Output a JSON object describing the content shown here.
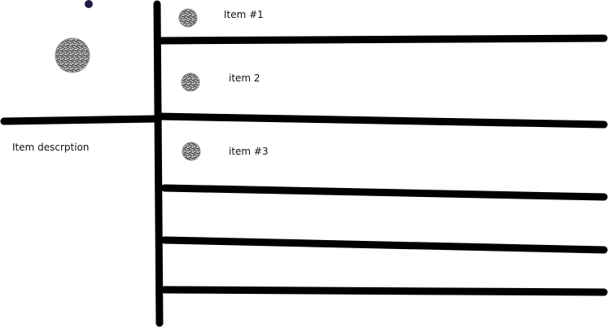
{
  "sidebar": {
    "description": "Item descrption"
  },
  "items": [
    {
      "label": "Item #1",
      "icon": "texture-avatar-icon"
    },
    {
      "label": "item 2",
      "icon": "texture-avatar-icon"
    },
    {
      "label": "item #3",
      "icon": "texture-avatar-icon"
    }
  ],
  "colors": {
    "stroke": "#000000",
    "dot": "#1f1a45",
    "text": "#111111"
  }
}
